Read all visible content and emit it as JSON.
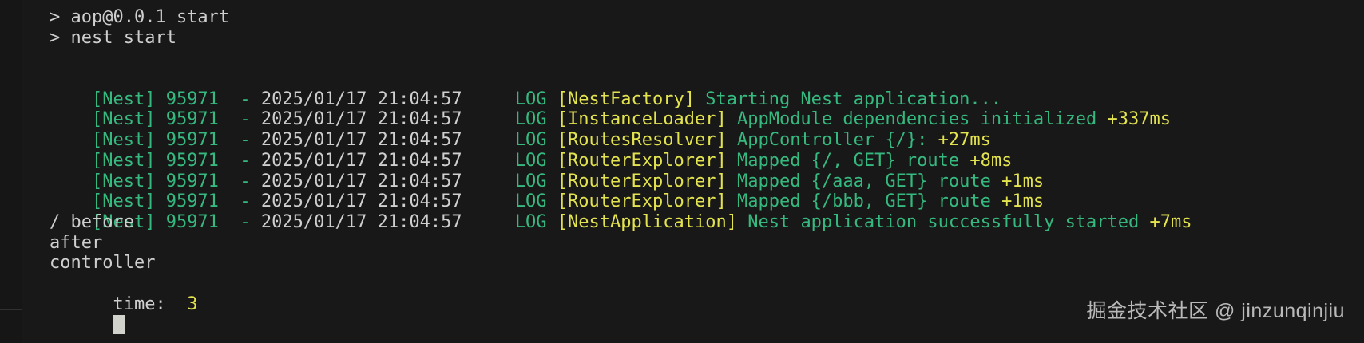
{
  "terminal": {
    "colors": {
      "background": "#181818",
      "foreground": "#cfcfcf",
      "green": "#35b97e",
      "yellow": "#e3e34f",
      "cursor": "#d2d2cc"
    },
    "commands": [
      "> aop@0.0.1 start",
      "> nest start"
    ],
    "log_prefix": "[Nest] 95971  - ",
    "log_timestamp": "2025/01/17 21:04:57",
    "log_level": "     LOG ",
    "logs": [
      {
        "context": "[NestFactory]",
        "message": " Starting Nest application...",
        "timing": ""
      },
      {
        "context": "[InstanceLoader]",
        "message": " AppModule dependencies initialized",
        "timing": " +337ms"
      },
      {
        "context": "[RoutesResolver]",
        "message": " AppController {/}:",
        "timing": " +27ms"
      },
      {
        "context": "[RouterExplorer]",
        "message": " Mapped {/, GET} route",
        "timing": " +8ms"
      },
      {
        "context": "[RouterExplorer]",
        "message": " Mapped {/aaa, GET} route",
        "timing": " +1ms"
      },
      {
        "context": "[RouterExplorer]",
        "message": " Mapped {/bbb, GET} route",
        "timing": " +1ms"
      },
      {
        "context": "[NestApplication]",
        "message": " Nest application successfully started",
        "timing": " +7ms"
      }
    ],
    "output_lines": [
      "/ before",
      "after",
      "controller"
    ],
    "time_label": "time:  ",
    "time_value": "3"
  },
  "watermark": {
    "text": "掘金技术社区 @ jinzunqinjiu"
  }
}
